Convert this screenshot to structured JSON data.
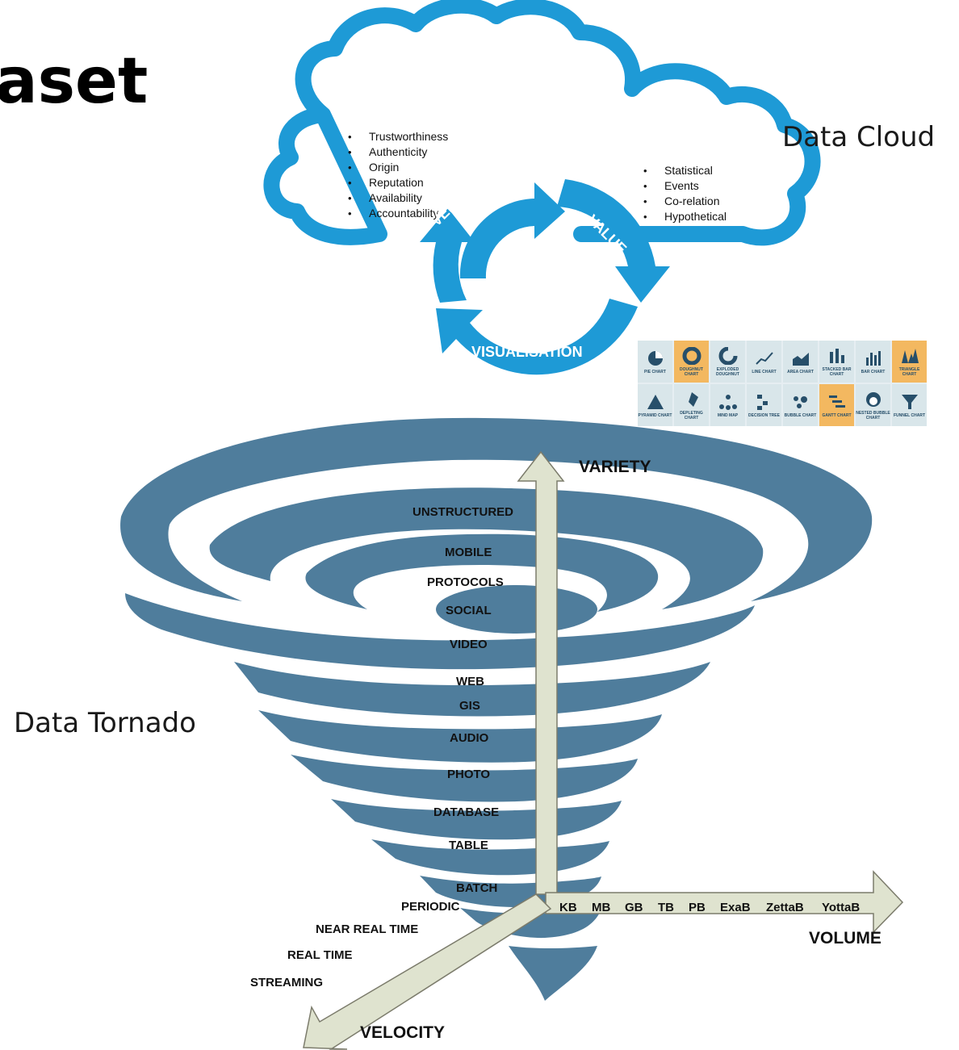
{
  "title": "aset",
  "cloud_label": "Data Cloud",
  "tornado_label": "Data Tornado",
  "veracity_list": [
    "Trustworthiness",
    "Authenticity",
    "Origin",
    "Reputation",
    "Availability",
    "Accountability"
  ],
  "value_list": [
    "Statistical",
    "Events",
    "Co-relation",
    "Hypothetical"
  ],
  "cycle": {
    "veracity": "VERACITY",
    "value": "VALUE",
    "visualisation": "VISUALISATION"
  },
  "axes": {
    "variety": "VARIETY",
    "volume": "VOLUME",
    "velocity": "VELOCITY"
  },
  "variety_items": [
    "UNSTRUCTURED",
    "MOBILE",
    "PROTOCOLS",
    "SOCIAL",
    "VIDEO",
    "WEB",
    "GIS",
    "AUDIO",
    "PHOTO",
    "DATABASE",
    "TABLE",
    "BATCH"
  ],
  "volume_items": [
    "KB",
    "MB",
    "GB",
    "TB",
    "PB",
    "ExaB",
    "ZettaB",
    "YottaB"
  ],
  "velocity_items": [
    "PERIODIC",
    "NEAR REAL TIME",
    "REAL TIME",
    "STREAMING"
  ],
  "chart_types": [
    {
      "name": "PIE CHART",
      "icon": "pie-icon"
    },
    {
      "name": "DOUGHNUT CHART",
      "icon": "doughnut-icon"
    },
    {
      "name": "EXPLODED DOUGHNUT",
      "icon": "exploded-doughnut-icon"
    },
    {
      "name": "LINE CHART",
      "icon": "line-chart-icon"
    },
    {
      "name": "AREA CHART",
      "icon": "area-chart-icon"
    },
    {
      "name": "STACKED BAR CHART",
      "icon": "stacked-bar-icon"
    },
    {
      "name": "BAR CHART",
      "icon": "bar-chart-icon"
    },
    {
      "name": "TRIANGLE CHART",
      "icon": "triangle-chart-icon"
    },
    {
      "name": "PYRAMID CHART",
      "icon": "pyramid-icon"
    },
    {
      "name": "DEPLETING CHART",
      "icon": "depleting-icon"
    },
    {
      "name": "MIND MAP",
      "icon": "mind-map-icon"
    },
    {
      "name": "DECISION TREE",
      "icon": "decision-tree-icon"
    },
    {
      "name": "BUBBLE CHART",
      "icon": "bubble-chart-icon"
    },
    {
      "name": "GANTT CHART",
      "icon": "gantt-chart-icon"
    },
    {
      "name": "NESTED BUBBLE CHART",
      "icon": "nested-bubble-icon"
    },
    {
      "name": "FUNNEL CHART",
      "icon": "funnel-chart-icon"
    }
  ],
  "colors": {
    "cloud": "#1e9ad6",
    "tornado": "#4f7d9c",
    "arrow_fill": "#dfe3cf",
    "arrow_stroke": "#7c7c6c",
    "tile_alt": "#f3b860"
  }
}
